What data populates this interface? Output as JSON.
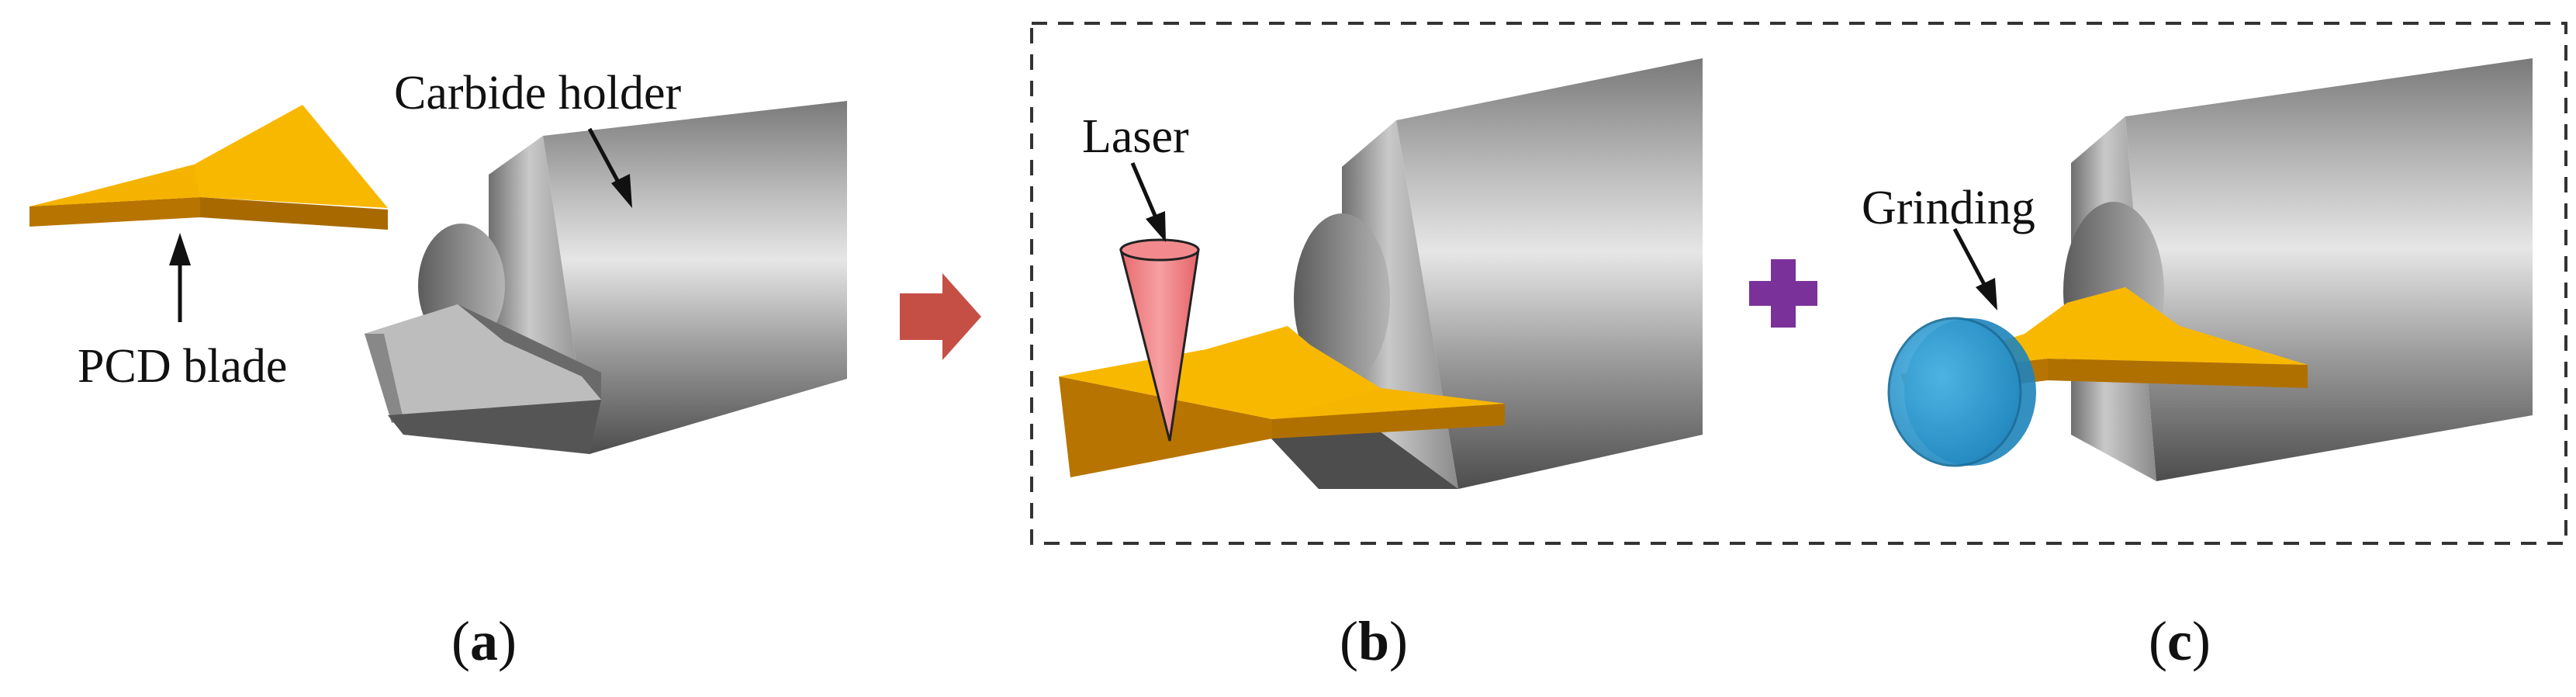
{
  "labels": {
    "carbide_holder": "Carbide holder",
    "pcd_blade": "PCD blade",
    "laser": "Laser",
    "grinding": "Grinding"
  },
  "captions": {
    "a": "a",
    "b": "b",
    "c": "c"
  },
  "colors": {
    "blade_top": "#F9B800",
    "blade_edge": "#B87400",
    "carbide_light": "#E2E2E2",
    "carbide_dark": "#4F4F4F",
    "arrow": "#C64F45",
    "plus": "#7A3199",
    "laser": "#F2787A",
    "grinding_wheel": "#2E9FD7",
    "dashed_border": "#333333"
  },
  "icons": {
    "process_arrow": "right-arrow-icon",
    "combine": "plus-icon"
  }
}
